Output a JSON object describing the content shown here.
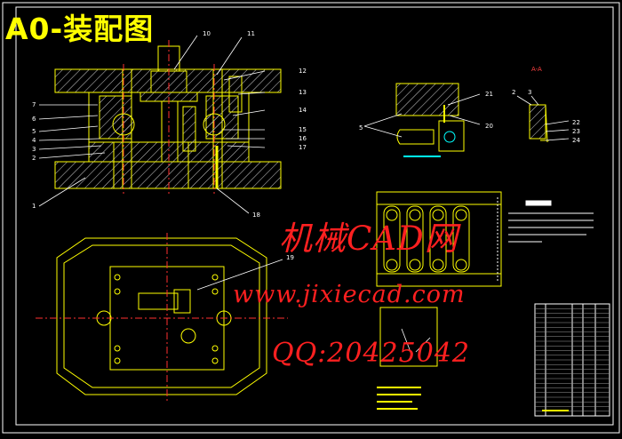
{
  "title": "A0-装配图",
  "watermark": {
    "brand": "机械CAD网",
    "url": "www.jixiecad.com",
    "qq": "QQ:20425042"
  },
  "callouts": {
    "left": [
      "7",
      "6",
      "5",
      "4",
      "3",
      "2",
      "1"
    ],
    "top": [
      "10",
      "11"
    ],
    "right": [
      "12",
      "13",
      "14",
      "15",
      "16",
      "17",
      "18"
    ],
    "plan": "19",
    "side": [
      "21",
      "20",
      "2",
      "3",
      "22",
      "23",
      "24"
    ],
    "five": "5"
  },
  "section": "A-A",
  "colors": {
    "frame": "#ffffff",
    "outline": "#ffff00",
    "hatch": "#ffffff",
    "center": "#ff3030",
    "cyan": "#00ffff",
    "watermark": "#ff2020"
  }
}
